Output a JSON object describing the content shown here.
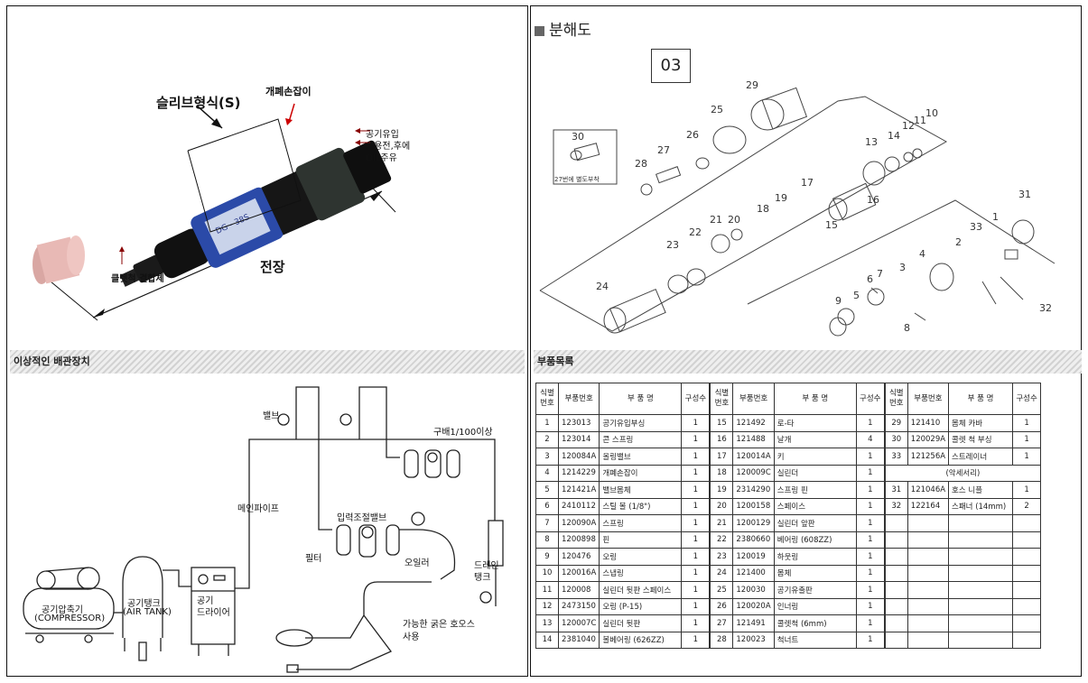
{
  "left_panel": {
    "product_labels": {
      "sleeve_type": "슬리브형식(S)",
      "open_close_handle": "개폐손잡이",
      "air_inlet": "공기유입",
      "oil_before_after": "사용전,후에",
      "oil_supply": "OIL주유",
      "collet_chuck_assembly": "클렛척 결합체",
      "total_length": "전장",
      "model_label": "DG - 38S"
    },
    "piping_section": {
      "title": "이상적인 배관장치",
      "labels": {
        "valve": "밸브",
        "slope": "구배1/100이상",
        "main_pipe": "메인파이프",
        "pressure_valve": "입력조절밸브",
        "filter": "필터",
        "oiler": "오일러",
        "drain_tank_1": "드레인",
        "drain_tank_2": "탱크",
        "thick_hose_1": "가능한 굵은 호오스",
        "thick_hose_2": "사용",
        "compressor_1": "공기압축기",
        "compressor_2": "(COMPRESSOR)",
        "air_tank_1": "공기탱크",
        "air_tank_2": "(AIR TANK)",
        "air_dryer_1": "공기",
        "air_dryer_2": "드라이어"
      }
    }
  },
  "right_panel": {
    "exploded_title": "분해도",
    "diagram_number": "03",
    "inset_note": "27번에 별도부착",
    "part_callouts": [
      "1",
      "2",
      "3",
      "4",
      "5",
      "6",
      "7",
      "8",
      "9",
      "10",
      "11",
      "12",
      "13",
      "14",
      "15",
      "16",
      "17",
      "18",
      "19",
      "20",
      "21",
      "22",
      "23",
      "24",
      "25",
      "26",
      "27",
      "28",
      "29",
      "30",
      "31",
      "32",
      "33"
    ],
    "parts_list_title": "부품목록",
    "table_headers": {
      "id_1": "식별",
      "id_2": "번호",
      "part_no": "부품번호",
      "part_name": "부 품 명",
      "qty": "구성수"
    },
    "accessory_header": "(악세서리)",
    "col1": [
      {
        "id": "1",
        "no": "123013",
        "name": "공기유입부싱",
        "qty": "1"
      },
      {
        "id": "2",
        "no": "123014",
        "name": "콘 스프링",
        "qty": "1"
      },
      {
        "id": "3",
        "no": "120084A",
        "name": "올링밸브",
        "qty": "1"
      },
      {
        "id": "4",
        "no": "1214229",
        "name": "개폐손잡이",
        "qty": "1"
      },
      {
        "id": "5",
        "no": "121421A",
        "name": "밸브몸체",
        "qty": "1"
      },
      {
        "id": "6",
        "no": "2410112",
        "name": "스틸 볼 (1/8\")",
        "qty": "1"
      },
      {
        "id": "7",
        "no": "120090A",
        "name": "스프링",
        "qty": "1"
      },
      {
        "id": "8",
        "no": "1200898",
        "name": "핀",
        "qty": "1"
      },
      {
        "id": "9",
        "no": "120476",
        "name": "오링",
        "qty": "1"
      },
      {
        "id": "10",
        "no": "120016A",
        "name": "스냅링",
        "qty": "1"
      },
      {
        "id": "11",
        "no": "120008",
        "name": "실린더 뒷판 스페이스",
        "qty": "1"
      },
      {
        "id": "12",
        "no": "2473150",
        "name": "오링 (P-15)",
        "qty": "1"
      },
      {
        "id": "13",
        "no": "120007C",
        "name": "실린더 뒷판",
        "qty": "1"
      },
      {
        "id": "14",
        "no": "2381040",
        "name": "볼베어링 (626ZZ)",
        "qty": "1"
      }
    ],
    "col2": [
      {
        "id": "15",
        "no": "121492",
        "name": "로-타",
        "qty": "1"
      },
      {
        "id": "16",
        "no": "121488",
        "name": "날개",
        "qty": "4"
      },
      {
        "id": "17",
        "no": "120014A",
        "name": "키",
        "qty": "1"
      },
      {
        "id": "18",
        "no": "120009C",
        "name": "실린더",
        "qty": "1"
      },
      {
        "id": "19",
        "no": "2314290",
        "name": "스프링 핀",
        "qty": "1"
      },
      {
        "id": "20",
        "no": "1200158",
        "name": "스페이스",
        "qty": "1"
      },
      {
        "id": "21",
        "no": "1200129",
        "name": "실린더 앞판",
        "qty": "1"
      },
      {
        "id": "22",
        "no": "2380660",
        "name": "베어링 (608ZZ)",
        "qty": "1"
      },
      {
        "id": "23",
        "no": "120019",
        "name": "하웃링",
        "qty": "1"
      },
      {
        "id": "24",
        "no": "121400",
        "name": "몸체",
        "qty": "1"
      },
      {
        "id": "25",
        "no": "120030",
        "name": "공기유출판",
        "qty": "1"
      },
      {
        "id": "26",
        "no": "120020A",
        "name": "인너링",
        "qty": "1"
      },
      {
        "id": "27",
        "no": "121491",
        "name": "콜렛척 (6mm)",
        "qty": "1"
      },
      {
        "id": "28",
        "no": "120023",
        "name": "척너트",
        "qty": "1"
      }
    ],
    "col3": [
      {
        "id": "29",
        "no": "121410",
        "name": "몸체 카바",
        "qty": "1"
      },
      {
        "id": "30",
        "no": "120029A",
        "name": "콜렛 척 부싱",
        "qty": "1"
      },
      {
        "id": "33",
        "no": "121256A",
        "name": "스트레이너",
        "qty": "1"
      },
      {
        "accessory": true
      },
      {
        "id": "31",
        "no": "121046A",
        "name": "호스 니플",
        "qty": "1"
      },
      {
        "id": "32",
        "no": "122164",
        "name": "스패너 (14mm)",
        "qty": "2"
      },
      {},
      {},
      {},
      {},
      {},
      {},
      {},
      {}
    ]
  }
}
